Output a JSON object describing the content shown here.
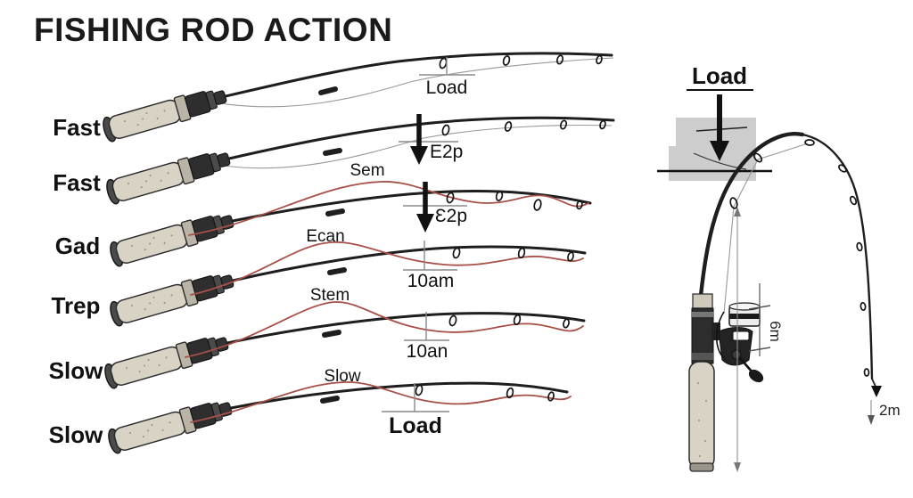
{
  "title": "FISHING ROD ACTION",
  "left_labels": [
    "Fast",
    "Fast",
    "Gad",
    "Trep",
    "Slow",
    "Slow"
  ],
  "annotations": {
    "load_top": "Load",
    "e2p": "E2p",
    "sem": "Sem",
    "eps2p": "Ɛ2p",
    "ecan": "Ecan",
    "t10am": "10am",
    "stem": "Stem",
    "t10an": "10an",
    "slow_mid": "Slow",
    "load_bottom": "Load"
  },
  "right_panel": {
    "load": "Load",
    "dim_vertical": "6m",
    "dim_drop": "2m"
  },
  "colors": {
    "action_curve": "#a65048",
    "rod": "#1e1e1e",
    "grip": "#d9d3c5",
    "measure_line": "#8a8a8a",
    "load_box": "#cdcdcd",
    "text": "#111111"
  }
}
